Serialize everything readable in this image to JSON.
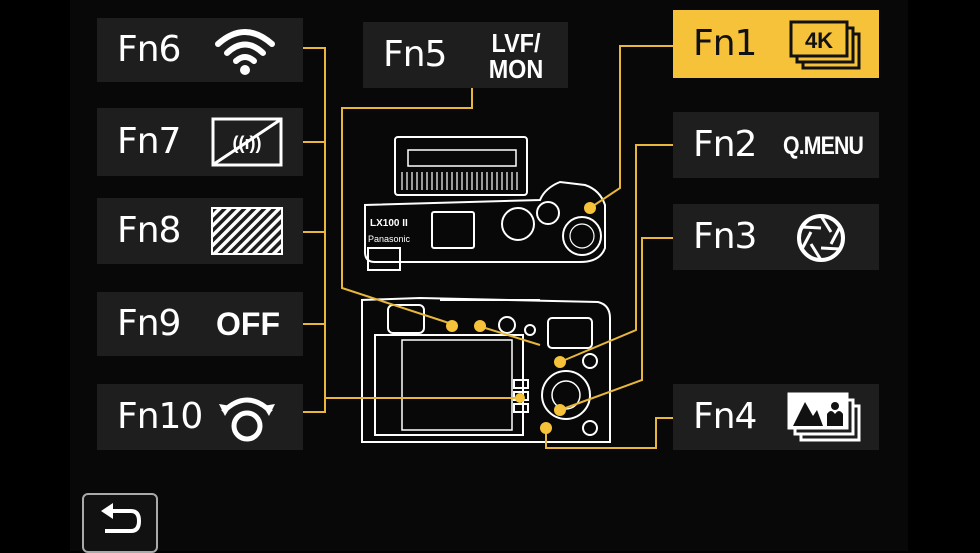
{
  "buttons": {
    "fn6": {
      "label": "Fn6",
      "icon": "wifi-icon"
    },
    "fn7": {
      "label": "Fn7",
      "icon": "bluetooth-wireless-icon"
    },
    "fn8": {
      "label": "Fn8",
      "icon": "zebra-pattern-icon"
    },
    "fn9": {
      "label": "Fn9",
      "value": "OFF"
    },
    "fn10": {
      "label": "Fn10",
      "icon": "rotate-lens-icon"
    },
    "fn5": {
      "label": "Fn5",
      "value_line1": "LVF/",
      "value_line2": "MON"
    },
    "fn1": {
      "label": "Fn1",
      "icon": "4k-photo-icon",
      "selected": true
    },
    "fn2": {
      "label": "Fn2",
      "value": "Q.MENU"
    },
    "fn3": {
      "label": "Fn3",
      "icon": "aperture-icon"
    },
    "fn4": {
      "label": "Fn4",
      "icon": "post-focus-icon"
    }
  },
  "camera": {
    "model": "LX100 II",
    "brand": "Panasonic"
  },
  "colors": {
    "accent": "#f6c23a",
    "button_bg": "#1e1e1e",
    "line": "#e8b63a"
  },
  "back": {
    "icon": "return-arrow-icon"
  }
}
